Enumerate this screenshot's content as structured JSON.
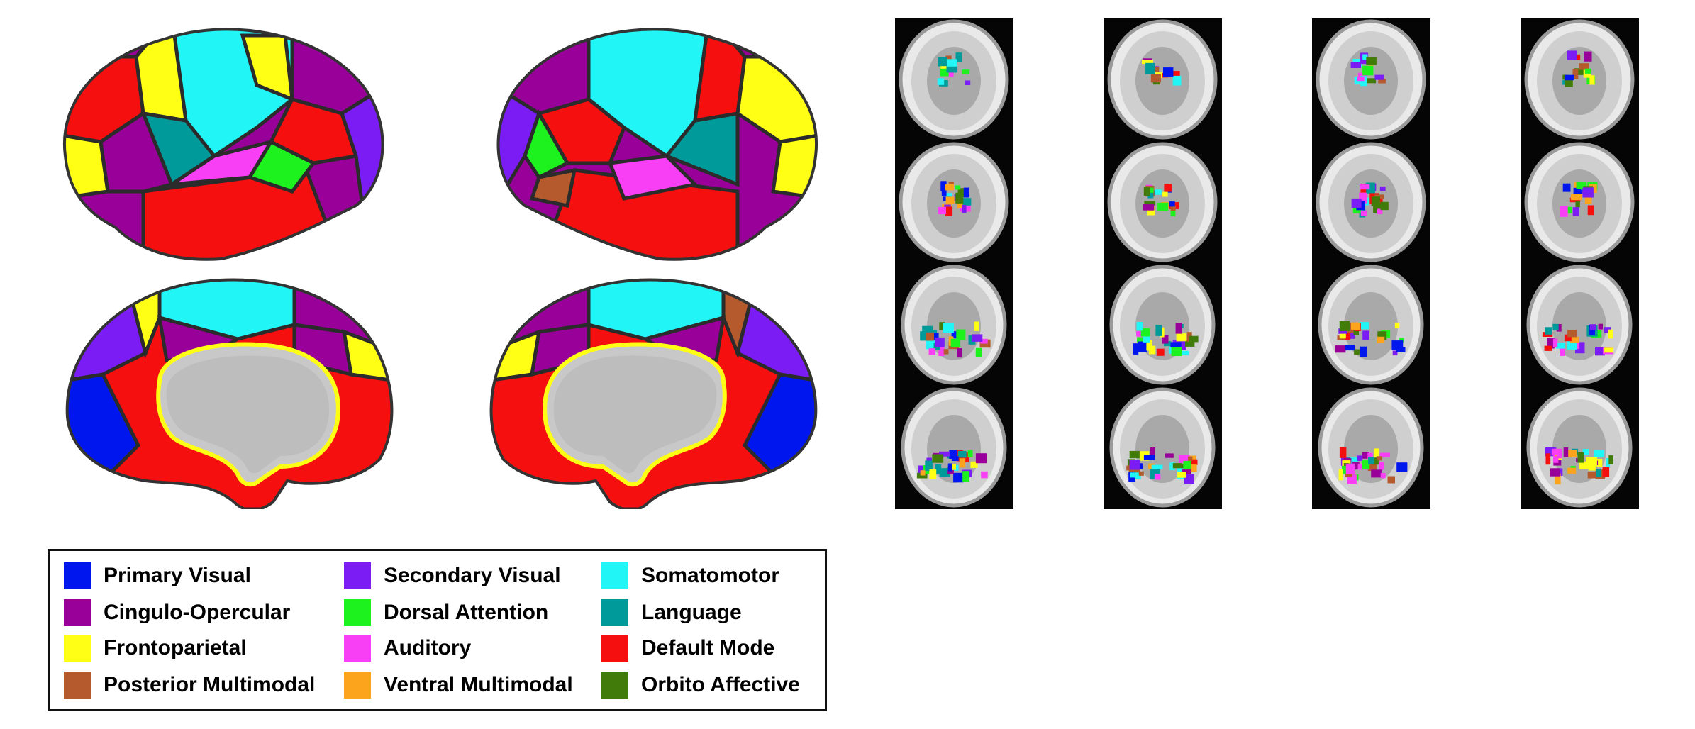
{
  "figure": {
    "panels": [
      {
        "id": "lateral-left"
      },
      {
        "id": "lateral-right"
      },
      {
        "id": "medial-left"
      },
      {
        "id": "medial-right"
      }
    ],
    "slice_columns": 4,
    "slices_per_column": 4
  },
  "legend": {
    "items": [
      {
        "label": "Primary Visual",
        "color": "#0016ee"
      },
      {
        "label": "Secondary Visual",
        "color": "#7b1cf4"
      },
      {
        "label": "Somatomotor",
        "color": "#22f5f5"
      },
      {
        "label": "Cingulo-Opercular",
        "color": "#990099"
      },
      {
        "label": "Dorsal Attention",
        "color": "#1ef21e"
      },
      {
        "label": "Language",
        "color": "#009a9a"
      },
      {
        "label": "Frontoparietal",
        "color": "#ffff16"
      },
      {
        "label": "Auditory",
        "color": "#f93ff5"
      },
      {
        "label": "Default Mode",
        "color": "#f50f0f"
      },
      {
        "label": "Posterior Multimodal",
        "color": "#b55a2c"
      },
      {
        "label": "Ventral Multimodal",
        "color": "#fca41c"
      },
      {
        "label": "Orbito Affective",
        "color": "#417c0b"
      }
    ]
  }
}
